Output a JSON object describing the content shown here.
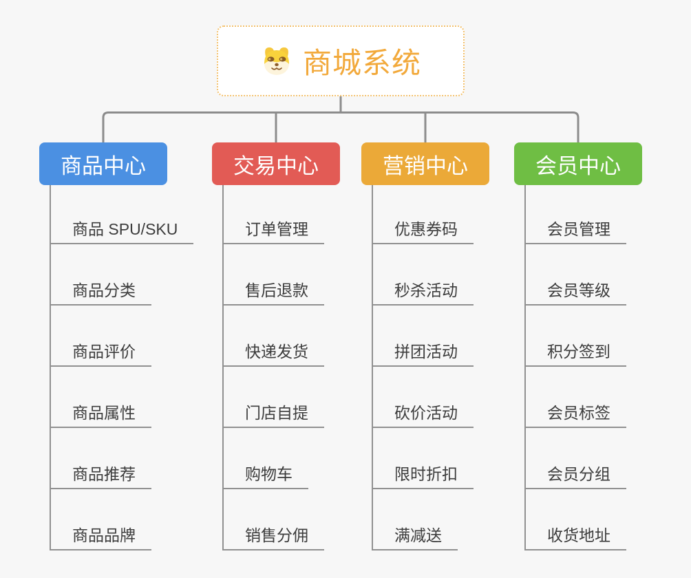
{
  "root": {
    "title": "商城系统",
    "icon": "dog-face-icon"
  },
  "branches": [
    {
      "label": "商品中心",
      "color": "#4B90E2",
      "items": [
        "商品 SPU/SKU",
        "商品分类",
        "商品评价",
        "商品属性",
        "商品推荐",
        "商品品牌"
      ]
    },
    {
      "label": "交易中心",
      "color": "#E25B55",
      "items": [
        "订单管理",
        "售后退款",
        "快递发货",
        "门店自提",
        "购物车",
        "销售分佣"
      ]
    },
    {
      "label": "营销中心",
      "color": "#EBA938",
      "items": [
        "优惠券码",
        "秒杀活动",
        "拼团活动",
        "砍价活动",
        "限时折扣",
        "满减送"
      ]
    },
    {
      "label": "会员中心",
      "color": "#6FBE44",
      "items": [
        "会员管理",
        "会员等级",
        "积分签到",
        "会员标签",
        "会员分组",
        "收货地址"
      ]
    }
  ],
  "colors": {
    "background": "#F7F7F7",
    "root_text": "#F2A93B",
    "root_border": "#F3C06B",
    "connector_line": "#8C8C8C",
    "item_underline": "#909090",
    "item_text": "#3C3C3C"
  }
}
